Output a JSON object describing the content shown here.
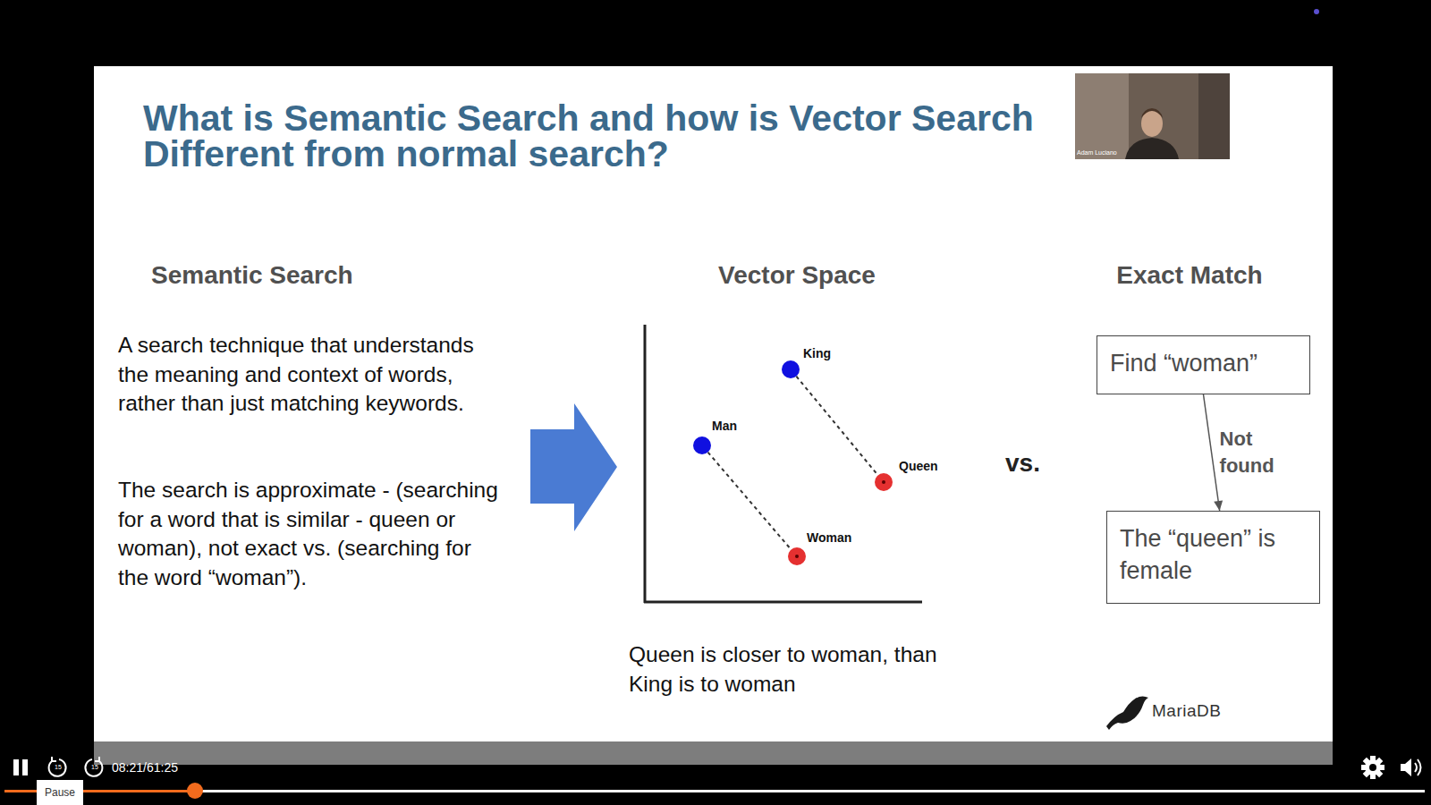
{
  "diagram": {
    "title": "What is Semantic Search and how is Vector Search Different from normal search?",
    "caption": "Queen is closer to woman, than King is to woman",
    "nodes": [
      {
        "text": [
          "King"
        ]
      },
      {
        "text": [
          "Man"
        ]
      },
      {
        "text": [
          "Queen"
        ]
      },
      {
        "text": [
          "Woman"
        ]
      },
      {
        "text": [
          "Find “woman”"
        ]
      },
      {
        "text": [
          "The “queen” is female"
        ]
      }
    ],
    "edges": [
      {
        "from": 0,
        "to": 2,
        "arrow": "none"
      },
      {
        "from": 1,
        "to": 3,
        "arrow": "none"
      },
      {
        "from": 4,
        "to": 5,
        "label": "Not found",
        "arrow": "to"
      }
    ],
    "labels": [
      "Semantic Search",
      "Vector Space",
      "Exact Match",
      "A search technique that understands the meaning and context of words, rather than just matching keywords.",
      "The search is approximate - (searching for a word that is similar - queen or woman), not exact vs. (searching for the word “woman”).",
      "vs.",
      "Adam Luciano",
      "MariaDB",
      "15",
      "15",
      "08:21/61:25",
      "Pause"
    ]
  }
}
